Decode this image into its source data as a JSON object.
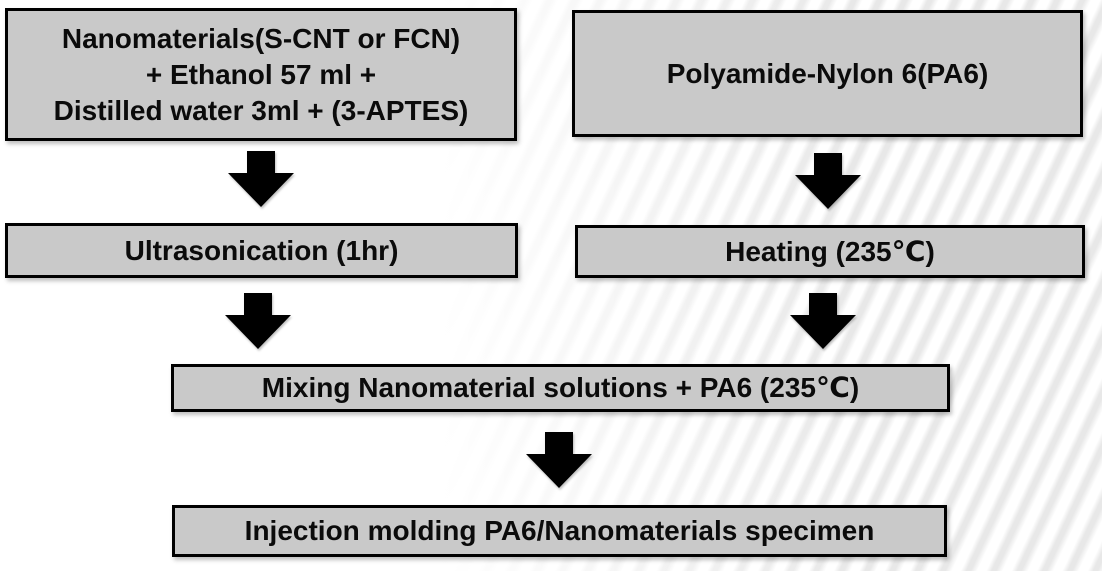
{
  "colors": {
    "box_fill": "#c9c9c9",
    "box_border": "#000000",
    "arrow": "#000000",
    "background": "#ffffff",
    "stripe": "#e8e8e8"
  },
  "flowchart": {
    "nodes": {
      "nanomaterials": {
        "line1": "Nanomaterials(S-CNT or FCN)",
        "line2": "+ Ethanol 57 ml +",
        "line3": "Distilled water 3ml + (3-APTES)"
      },
      "polyamide": {
        "label": "Polyamide-Nylon 6(PA6)"
      },
      "ultrasonication": {
        "label": "Ultrasonication (1hr)"
      },
      "heating": {
        "label": "Heating (235℃)"
      },
      "mixing": {
        "label": "Mixing Nanomaterial solutions + PA6 (235℃)"
      },
      "injection_molding": {
        "label": "Injection molding PA6/Nanomaterials specimen"
      }
    }
  }
}
